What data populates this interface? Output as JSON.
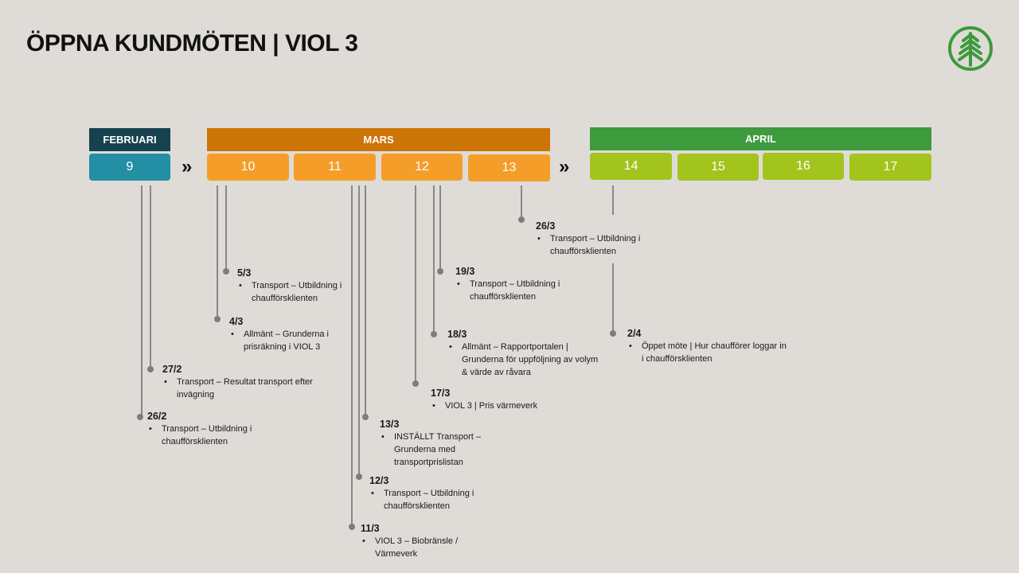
{
  "title": "ÖPPNA KUNDMÖTEN | VIOL 3",
  "logo_icon": "tree-logo-icon",
  "colors": {
    "feb_header": "#16424f",
    "feb_week": "#238ea4",
    "mar_header": "#cc7406",
    "mar_week": "#f49e29",
    "apr_header": "#3d9a3d",
    "apr_week": "#a3c41d"
  },
  "months": {
    "feb": "FEBRUARI",
    "mar": "MARS",
    "apr": "APRIL"
  },
  "weeks": {
    "w9": "9",
    "w10": "10",
    "w11": "11",
    "w12": "12",
    "w13": "13",
    "w14": "14",
    "w15": "15",
    "w16": "16",
    "w17": "17"
  },
  "chevron": "»",
  "events": {
    "e26_2": {
      "date": "26/2",
      "text": "Transport – Utbildning i chaufförsklienten"
    },
    "e27_2": {
      "date": "27/2",
      "text": "Transport – Resultat transport efter invägning"
    },
    "e4_3": {
      "date": "4/3",
      "text": "Allmänt – Grunderna i prisräkning i VIOL 3"
    },
    "e5_3": {
      "date": "5/3",
      "text": "Transport – Utbildning i chaufförsklienten"
    },
    "e11_3": {
      "date": "11/3",
      "text": "VIOL 3 – Biobränsle / Värmeverk"
    },
    "e12_3": {
      "date": "12/3",
      "text": "Transport – Utbildning i chaufförsklienten"
    },
    "e13_3": {
      "date": "13/3",
      "text": "INSTÄLLT Transport – Grunderna med transportprislistan"
    },
    "e17_3": {
      "date": "17/3",
      "text": "VIOL 3 | Pris värmeverk"
    },
    "e18_3": {
      "date": "18/3",
      "text": "Allmänt – Rapportportalen | Grunderna för uppföljning av volym & värde av råvara"
    },
    "e19_3": {
      "date": "19/3",
      "text": "Transport – Utbildning i chaufförsklienten"
    },
    "e26_3": {
      "date": "26/3",
      "text": "Transport – Utbildning i chaufförsklienten"
    },
    "e2_4": {
      "date": "2/4",
      "text": "Öppet möte | Hur chaufförer loggar in i chaufförsklienten"
    }
  }
}
